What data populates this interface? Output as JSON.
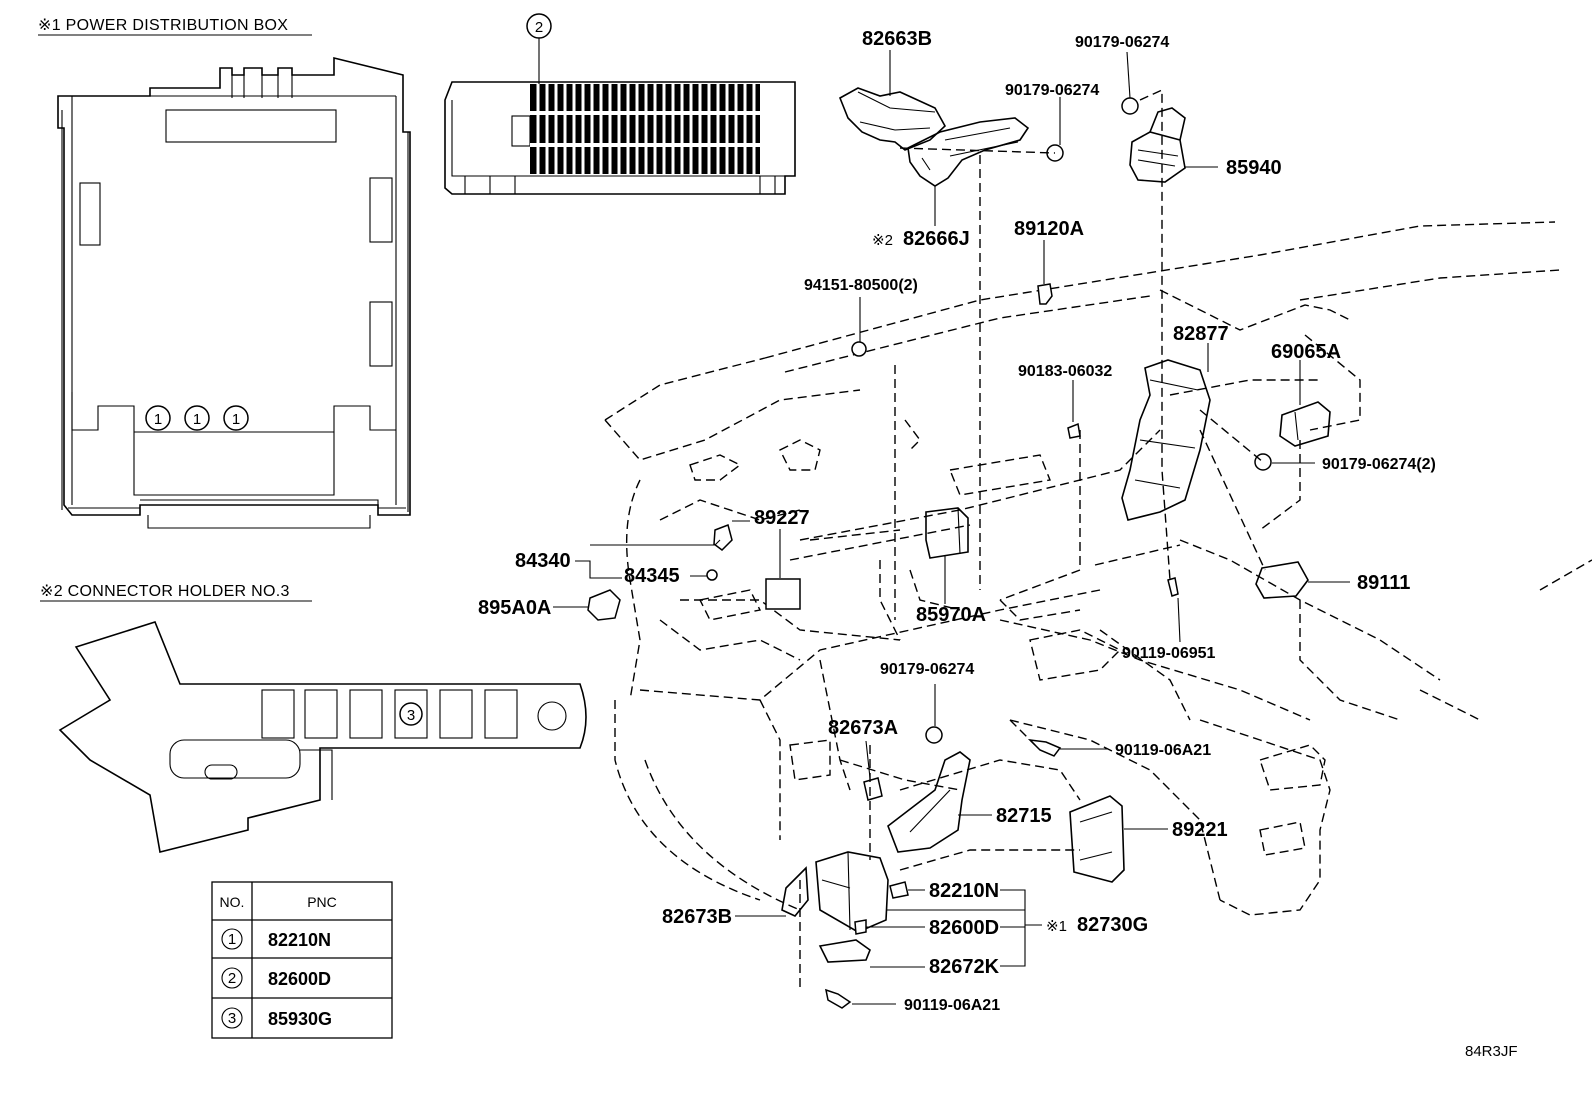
{
  "insets": {
    "power_box_title": "※1 POWER DISTRIBUTION BOX",
    "connector_holder_title": "※2 CONNECTOR HOLDER NO.3",
    "fuse_markers": [
      "1",
      "1",
      "1"
    ],
    "relay_block_marker": "2",
    "holder_marker": "3"
  },
  "parts": {
    "p82663B": "82663B",
    "p90179_06274_a": "90179-06274",
    "p90179_06274_b": "90179-06274",
    "p85940": "85940",
    "p82666J": "82666J",
    "p82666J_prefix": "※2",
    "p89120A": "89120A",
    "p94151": "94151-80500(2)",
    "p82877": "82877",
    "p69065A": "69065A",
    "p90183": "90183-06032",
    "p90179_06274_2": "90179-06274(2)",
    "p89227": "89227",
    "p84340": "84340",
    "p84345": "84345",
    "p895A0A": "895A0A",
    "p85970A": "85970A",
    "p89111": "89111",
    "p90119_06951": "90119-06951",
    "p90179_06274_c": "90179-06274",
    "p82673A": "82673A",
    "p90119_06A21_a": "90119-06A21",
    "p82715": "82715",
    "p89221": "89221",
    "p82210N": "82210N",
    "p82673B": "82673B",
    "p82600D": "82600D",
    "p82730G": "82730G",
    "p82730G_prefix": "※1",
    "p82672K": "82672K",
    "p90119_06A21_b": "90119-06A21"
  },
  "pnc_table": {
    "col_no": "NO.",
    "col_pnc": "PNC",
    "rows": [
      {
        "no": "1",
        "pnc": "82210N"
      },
      {
        "no": "2",
        "pnc": "82600D"
      },
      {
        "no": "3",
        "pnc": "85930G"
      }
    ]
  },
  "diagram_code": "84R3JF"
}
